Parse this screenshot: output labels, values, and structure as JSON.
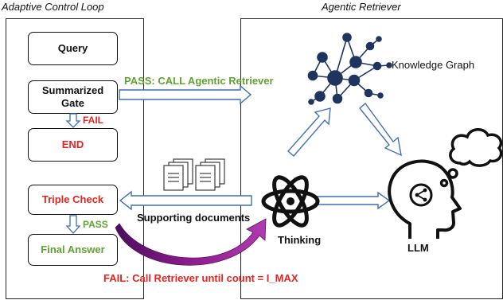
{
  "titles": {
    "left": "Adaptive Control Loop",
    "right": "Agentic Retriever"
  },
  "nodes": {
    "query": "Query",
    "gate_line1": "Summarized",
    "gate_line2": "Gate",
    "end": "END",
    "triple": "Triple Check",
    "final": "Final Answer"
  },
  "edges": {
    "pass_call": "PASS: CALL Agentic Retriever",
    "fail": "FAIL",
    "pass": "PASS",
    "supporting": "Supporting documents",
    "fail_loop": "FAIL: Call Retriever until count = I_MAX"
  },
  "retriever": {
    "kg": "Knowledge Graph",
    "thinking": "Thinking",
    "llm": "LLM"
  },
  "icons": [
    "knowledge-graph-icon",
    "documents-icon",
    "atom-icon",
    "brain-head-icon",
    "thought-cloud-icon"
  ],
  "colors": {
    "fail_red": "#e8231e",
    "pass_green": "#5fa331",
    "arrow_blue": "#3f6fb5",
    "graph_navy": "#1f3560",
    "loop_purple": "#8e1c8e"
  }
}
